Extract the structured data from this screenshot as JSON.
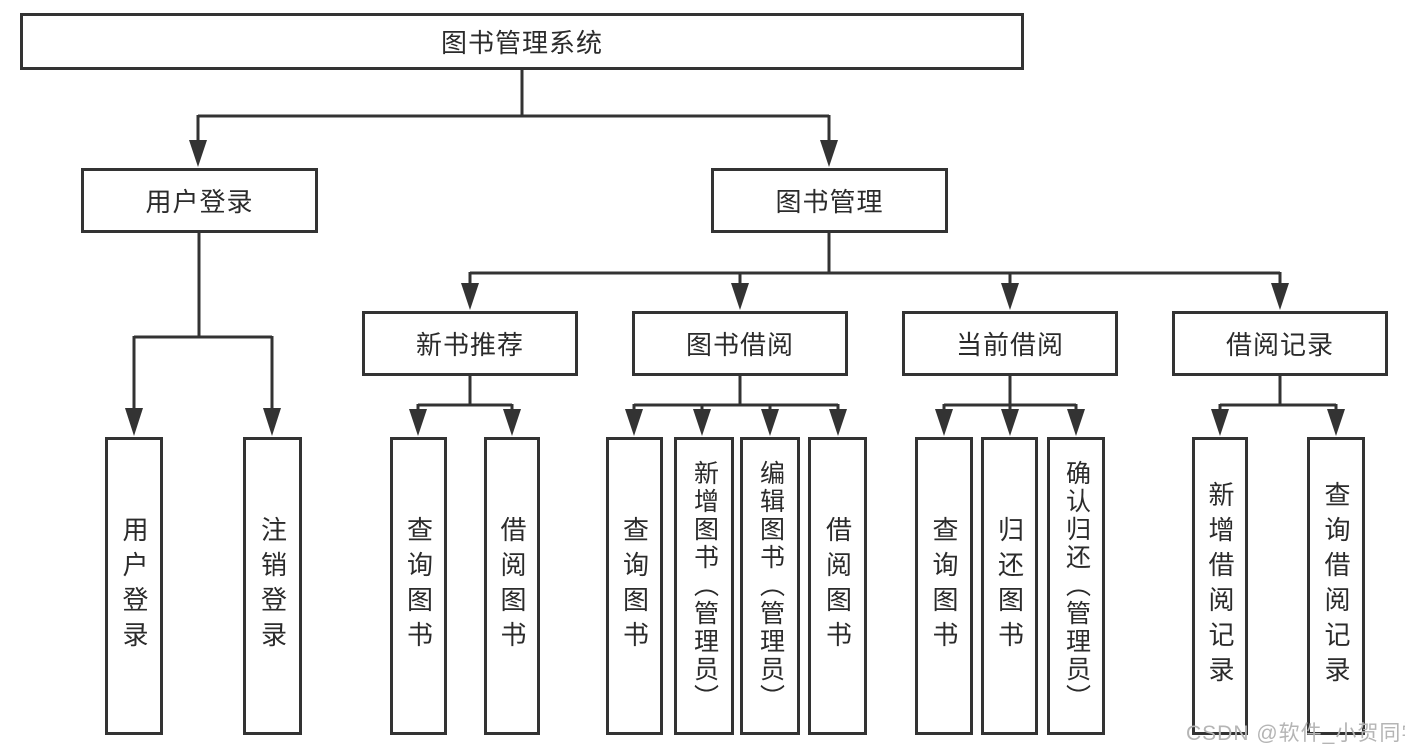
{
  "diagram_title": "图书管理系统",
  "tree": {
    "root": {
      "label": "图书管理系统"
    },
    "branches": [
      {
        "label": "用户登录",
        "children": [
          "用户登录",
          "注销登录"
        ]
      },
      {
        "label": "图书管理",
        "sections": [
          {
            "label": "新书推荐",
            "children": [
              "查询图书",
              "借阅图书"
            ]
          },
          {
            "label": "图书借阅",
            "children": [
              "查询图书",
              "新增图书（管理员）",
              "编辑图书（管理员）",
              "借阅图书"
            ]
          },
          {
            "label": "当前借阅",
            "children": [
              "查询图书",
              "归还图书",
              "确认归还（管理员）"
            ]
          },
          {
            "label": "借阅记录",
            "children": [
              "新增借阅记录",
              "查询借阅记录"
            ]
          }
        ]
      }
    ]
  },
  "watermark": {
    "text": "CSDN @软件_小贺同学"
  },
  "colors": {
    "line": "#333333",
    "text": "#2b2b2b",
    "background": "#ffffff",
    "watermark": "#b5b5b5"
  }
}
